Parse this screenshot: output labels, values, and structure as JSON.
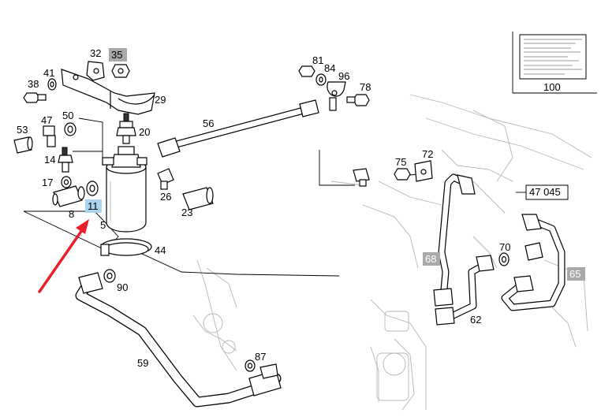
{
  "callouts": [
    {
      "id": "32",
      "text": "32"
    },
    {
      "id": "35",
      "text": "35",
      "highlight": "grey"
    },
    {
      "id": "41",
      "text": "41"
    },
    {
      "id": "38",
      "text": "38"
    },
    {
      "id": "29",
      "text": "29"
    },
    {
      "id": "47",
      "text": "47"
    },
    {
      "id": "50",
      "text": "50"
    },
    {
      "id": "53",
      "text": "53"
    },
    {
      "id": "20",
      "text": "20"
    },
    {
      "id": "14",
      "text": "14"
    },
    {
      "id": "17",
      "text": "17"
    },
    {
      "id": "8",
      "text": "8"
    },
    {
      "id": "11",
      "text": "11",
      "highlight": "blue"
    },
    {
      "id": "5",
      "text": "5"
    },
    {
      "id": "26",
      "text": "26"
    },
    {
      "id": "23",
      "text": "23"
    },
    {
      "id": "44",
      "text": "44"
    },
    {
      "id": "90",
      "text": "90"
    },
    {
      "id": "59",
      "text": "59"
    },
    {
      "id": "87",
      "text": "87"
    },
    {
      "id": "56",
      "text": "56"
    },
    {
      "id": "81",
      "text": "81"
    },
    {
      "id": "84",
      "text": "84"
    },
    {
      "id": "96",
      "text": "96"
    },
    {
      "id": "78",
      "text": "78"
    },
    {
      "id": "75",
      "text": "75"
    },
    {
      "id": "72",
      "text": "72"
    },
    {
      "id": "47045",
      "text": "47 045",
      "boxed": true
    },
    {
      "id": "70",
      "text": "70"
    },
    {
      "id": "68",
      "text": "68",
      "highlight": "grey"
    },
    {
      "id": "65",
      "text": "65",
      "highlight": "grey"
    },
    {
      "id": "62",
      "text": "62"
    },
    {
      "id": "100",
      "text": "100"
    }
  ],
  "colors": {
    "callout_highlight_grey": "#a9a9a9",
    "callout_highlight_blue": "#a9d4ee",
    "pointer_arrow": "#e8202a",
    "ghost_lines": "#b5b5b5"
  }
}
